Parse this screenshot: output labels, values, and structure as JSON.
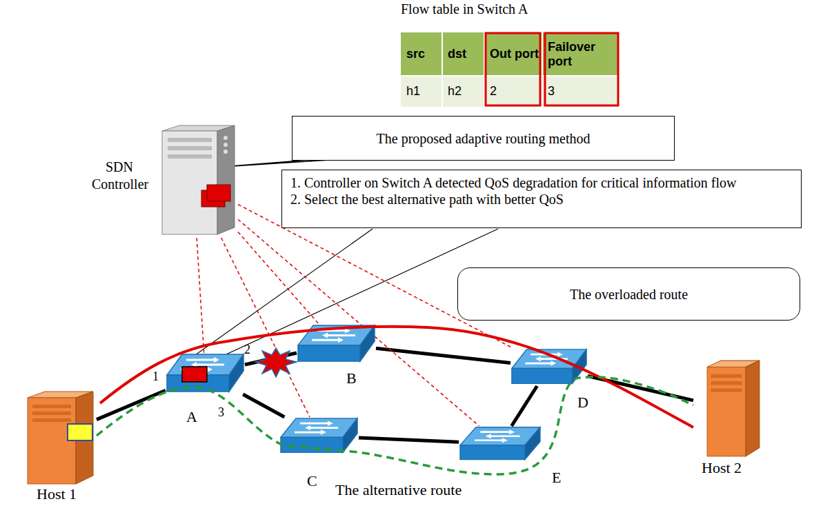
{
  "diagram": {
    "nodes": [
      {
        "text": [
          "The proposed adaptive routing method"
        ]
      },
      {
        "text": [
          "SDN Controller"
        ]
      },
      {
        "text": [
          "1. Controller on Switch A detected QoS degradation for critical information flow",
          "2. Select the best alternative path with better QoS"
        ]
      },
      {
        "text": [
          "The overloaded route"
        ]
      },
      {
        "text": [
          "A"
        ]
      },
      {
        "text": [
          "B"
        ]
      },
      {
        "text": [
          "D"
        ]
      },
      {
        "text": [
          "Host 1"
        ]
      },
      {
        "text": [
          "C"
        ]
      },
      {
        "text": [
          "E"
        ]
      },
      {
        "text": [
          "Host 2"
        ]
      }
    ],
    "edges": [
      {
        "from": 7,
        "to": 4,
        "arrow": "none"
      },
      {
        "from": 4,
        "to": 5,
        "arrow": "none"
      },
      {
        "from": 5,
        "to": 6,
        "arrow": "none"
      },
      {
        "from": 4,
        "to": 8,
        "arrow": "none"
      },
      {
        "from": 8,
        "to": 9,
        "arrow": "none"
      },
      {
        "from": 9,
        "to": 6,
        "arrow": "none"
      },
      {
        "from": 6,
        "to": 10,
        "arrow": "none"
      },
      {
        "from": 1,
        "to": 4,
        "arrow": "none"
      },
      {
        "from": 1,
        "to": 5,
        "arrow": "none"
      },
      {
        "from": 1,
        "to": 8,
        "arrow": "none"
      },
      {
        "from": 1,
        "to": 6,
        "arrow": "none"
      },
      {
        "from": 1,
        "to": 9,
        "arrow": "none"
      }
    ],
    "labels": [
      "Flow table in Switch A",
      "src",
      "dst",
      "Out port",
      "Failover port",
      "h1",
      "h2",
      "2",
      "3",
      "1",
      "2",
      "3",
      "The alternative route"
    ]
  }
}
